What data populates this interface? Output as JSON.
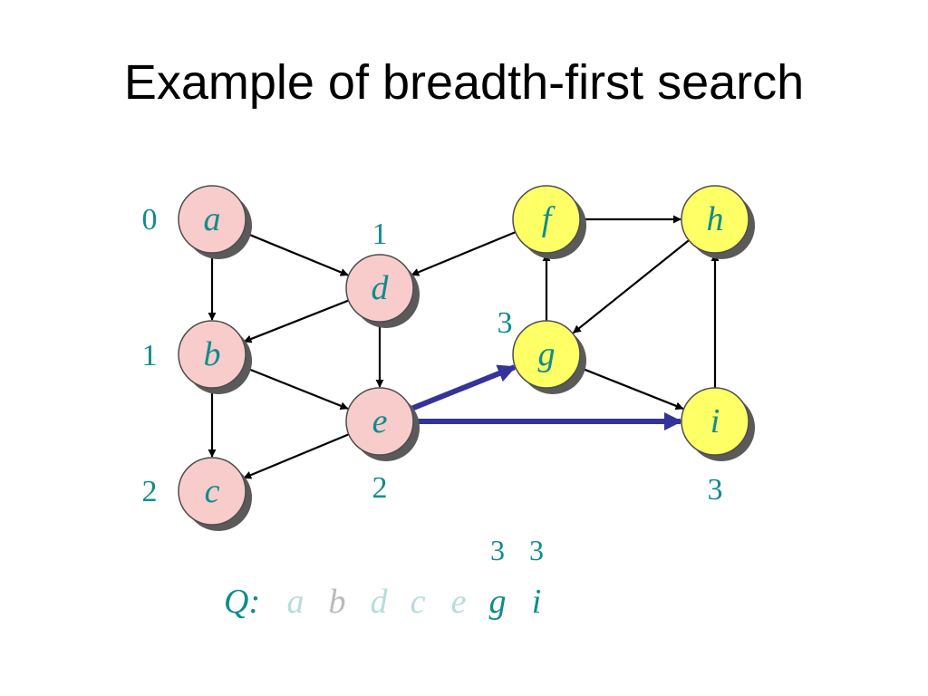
{
  "title": "Example of breadth-first search",
  "colors": {
    "visited_fill": "#f9cccc",
    "unvisited_fill": "#ffff66",
    "node_stroke": "#4d4d4d",
    "shadow": "#5a5a5a",
    "edge": "#000000",
    "tree_edge": "#33339a",
    "dist": "#0f8c8c",
    "queue_dequeued": "#b8dcdc",
    "queue_active": "#0f8c8c",
    "queue_faded": "#b9bbbb"
  },
  "nodes": [
    {
      "id": "a",
      "label": "a",
      "state": "visited",
      "dist": "0"
    },
    {
      "id": "b",
      "label": "b",
      "state": "visited",
      "dist": "1"
    },
    {
      "id": "c",
      "label": "c",
      "state": "visited",
      "dist": "2"
    },
    {
      "id": "d",
      "label": "d",
      "state": "visited",
      "dist": "1"
    },
    {
      "id": "e",
      "label": "e",
      "state": "visited",
      "dist": "2"
    },
    {
      "id": "f",
      "label": "f",
      "state": "unvisited",
      "dist": ""
    },
    {
      "id": "g",
      "label": "g",
      "state": "unvisited",
      "dist": "3"
    },
    {
      "id": "h",
      "label": "h",
      "state": "unvisited",
      "dist": ""
    },
    {
      "id": "i",
      "label": "i",
      "state": "unvisited",
      "dist": "3"
    }
  ],
  "edges": [
    {
      "from": "a",
      "to": "d",
      "tree": false
    },
    {
      "from": "a",
      "to": "b",
      "tree": false
    },
    {
      "from": "d",
      "to": "b",
      "tree": false
    },
    {
      "from": "d",
      "to": "e",
      "tree": false
    },
    {
      "from": "b",
      "to": "e",
      "tree": false
    },
    {
      "from": "b",
      "to": "c",
      "tree": false
    },
    {
      "from": "e",
      "to": "c",
      "tree": false
    },
    {
      "from": "f",
      "to": "d",
      "tree": false
    },
    {
      "from": "f",
      "to": "h",
      "tree": false
    },
    {
      "from": "g",
      "to": "f",
      "tree": false
    },
    {
      "from": "h",
      "to": "g",
      "tree": false
    },
    {
      "from": "g",
      "to": "i",
      "tree": false
    },
    {
      "from": "i",
      "to": "h",
      "tree": false
    },
    {
      "from": "e",
      "to": "g",
      "tree": true
    },
    {
      "from": "e",
      "to": "i",
      "tree": true
    }
  ],
  "queue": {
    "label": "Q:",
    "items": [
      {
        "label": "a",
        "state": "dequeued",
        "dist": ""
      },
      {
        "label": "b",
        "state": "faded",
        "dist": ""
      },
      {
        "label": "d",
        "state": "dequeued",
        "dist": ""
      },
      {
        "label": "c",
        "state": "dequeued",
        "dist": ""
      },
      {
        "label": "e",
        "state": "dequeued",
        "dist": ""
      },
      {
        "label": "g",
        "state": "active",
        "dist": "3"
      },
      {
        "label": "i",
        "state": "active",
        "dist": "3"
      }
    ]
  }
}
